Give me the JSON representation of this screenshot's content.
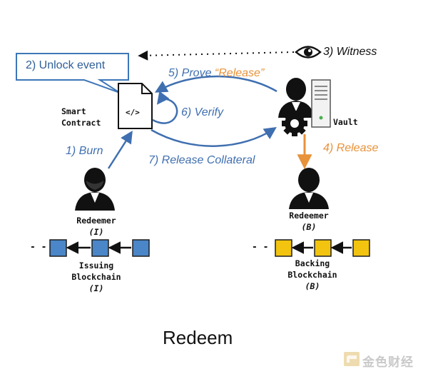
{
  "diagram": {
    "title": "Redeem",
    "callout": "2) Unlock event",
    "witness": "3) Witness",
    "smart_contract": {
      "label_line1": "Smart",
      "label_line2": "Contract",
      "code": "</>"
    },
    "vault": {
      "label": "Vault"
    },
    "steps": {
      "burn": "1) Burn",
      "prove_prefix": "5) Prove ",
      "prove_release": "“Release”",
      "verify": "6) Verify",
      "release": "4) Release",
      "release_collateral": "7) Release Collateral"
    },
    "redeemer_left": {
      "name": "Redeemer",
      "tag": "(I)"
    },
    "redeemer_right": {
      "name": "Redeemer",
      "tag": "(B)"
    },
    "chain_left": {
      "line1": "Issuing",
      "line2": "Blockchain",
      "tag": "(I)",
      "color": "#4a86c8",
      "ellipsis": "- -"
    },
    "chain_right": {
      "line1": "Backing",
      "line2": "Blockchain",
      "tag": "(B)",
      "color": "#f2c40f",
      "ellipsis": "- -"
    },
    "watermark": "金色财经"
  },
  "colors": {
    "blue_arrow": "#3f6fb0",
    "orange_arrow": "#e8923a",
    "callout_border": "#3d76b8"
  }
}
